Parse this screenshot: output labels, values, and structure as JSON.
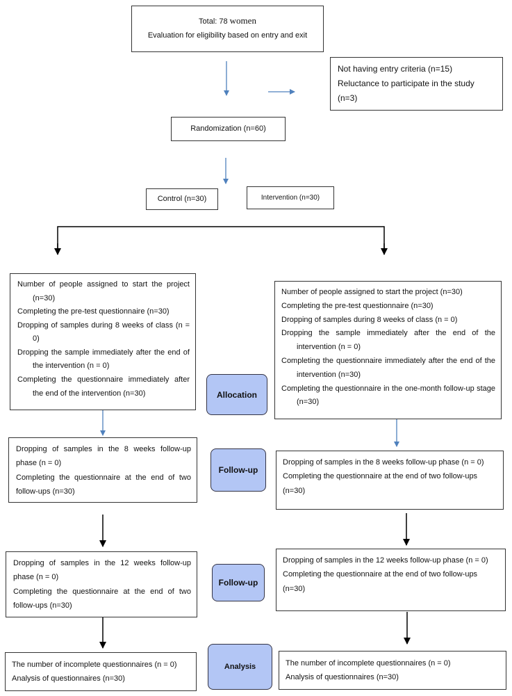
{
  "total": {
    "prefix": "Total: 78 ",
    "women": "women",
    "eval": "Evaluation for eligibility based on entry and exit"
  },
  "excluded": {
    "lines": [
      "Not having entry criteria (n=15)",
      "Reluctance to participate in the study (n=3)"
    ]
  },
  "randomization": "Randomization (n=60)",
  "control_label": "Control (n=30)",
  "intervention_label": "Intervention (n=30)",
  "stages": {
    "allocation": "Allocation",
    "followup1": "Follow-up",
    "followup2": "Follow-up",
    "analysis": "Analysis"
  },
  "control": {
    "allocation": [
      "Number of people assigned to start the project (n=30)",
      "Completing the pre-test questionnaire (n=30)",
      "Dropping of samples during 8 weeks of class (n = 0)",
      "Dropping the sample immediately after the end of the intervention (n = 0)",
      "Completing the questionnaire immediately after the end of the intervention (n=30)"
    ],
    "followup8": [
      "Dropping of samples in the 8 weeks follow-up phase (n = 0)",
      "Completing the questionnaire at the end of two follow-ups (n=30)"
    ],
    "followup12": [
      "Dropping of samples in the 12 weeks follow-up phase (n = 0)",
      "Completing the questionnaire at the end of two follow-ups (n=30)"
    ],
    "analysis": [
      "The number of incomplete questionnaires (n = 0)",
      "Analysis of questionnaires (n=30)"
    ]
  },
  "intervention": {
    "allocation": [
      "Number of people assigned to start the project (n=30)",
      "Completing the pre-test questionnaire (n=30)",
      "Dropping of samples during 8 weeks of class (n = 0)",
      "Dropping the sample immediately after the end of the intervention (n = 0)",
      "Completing the questionnaire immediately after the end of the intervention (n=30)",
      "Completing the questionnaire in the one-month follow-up stage (n=30)"
    ],
    "followup8": [
      "Dropping of samples in the 8 weeks follow-up phase (n = 0)",
      "Completing the questionnaire at the end of two follow-ups (n=30)"
    ],
    "followup12": [
      "Dropping of samples in the 12 weeks follow-up phase (n = 0)",
      "Completing the questionnaire at the end of two follow-ups (n=30)"
    ],
    "analysis": [
      "The number of incomplete questionnaires (n = 0)",
      "Analysis of questionnaires (n=30)"
    ]
  },
  "colors": {
    "stage_fill": "#b3c6f5",
    "blue_arrow": "#4f81bd",
    "black_arrow": "#000000"
  }
}
